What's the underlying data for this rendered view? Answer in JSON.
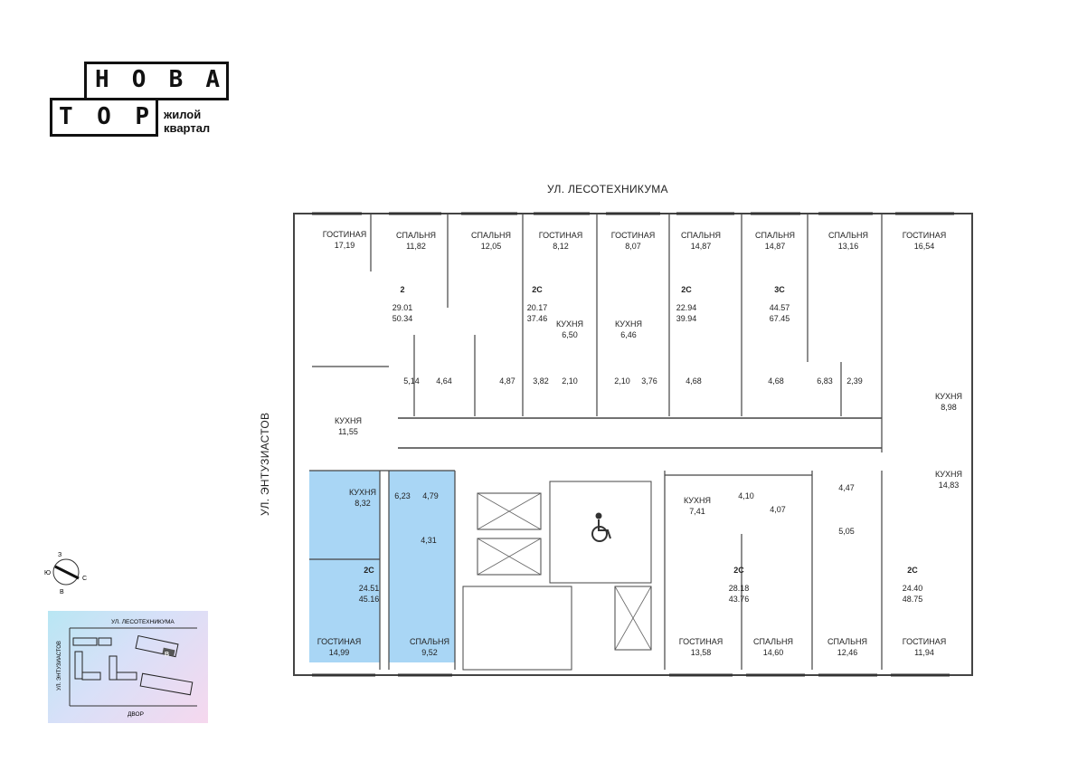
{
  "logo": {
    "row1": [
      "Н",
      "О",
      "В",
      "А"
    ],
    "row2": [
      "Т",
      "О",
      "Р"
    ],
    "subtitle_line1": "жилой",
    "subtitle_line2": "квартал"
  },
  "streets": {
    "top": "УЛ. ЛЕСОТЕХНИКУМА",
    "left": "УЛ. ЭНТУЗИАСТОВ"
  },
  "compass": {
    "n": "З",
    "s": "В",
    "e": "С",
    "w": "Ю"
  },
  "minimap": {
    "top": "УЛ. ЛЕСОТЕХНИКУМА",
    "left": "УЛ. ЭНТУЗИАСТОВ",
    "bottom": "ДВОР",
    "section": "В"
  },
  "colors": {
    "highlight": "#a9d6f5",
    "wall": "#444444"
  },
  "rooms": [
    {
      "label": "ГОСТИНАЯ",
      "area": "17,19"
    },
    {
      "label": "СПАЛЬНЯ",
      "area": "11,82"
    },
    {
      "label": "СПАЛЬНЯ",
      "area": "12,05"
    },
    {
      "label": "ГОСТИНАЯ",
      "area": "8,12"
    },
    {
      "label": "ГОСТИНАЯ",
      "area": "8,07"
    },
    {
      "label": "СПАЛЬНЯ",
      "area": "14,87"
    },
    {
      "label": "СПАЛЬНЯ",
      "area": "14,87"
    },
    {
      "label": "СПАЛЬНЯ",
      "area": "13,16"
    },
    {
      "label": "ГОСТИНАЯ",
      "area": "16,54"
    },
    {
      "label": "КУХНЯ",
      "area": "6,50"
    },
    {
      "label": "КУХНЯ",
      "area": "6,46"
    },
    {
      "label": "КУХНЯ",
      "area": "11,55"
    },
    {
      "label": "КУХНЯ",
      "area": "8,98"
    },
    {
      "label": "КУХНЯ",
      "area": "8,32"
    },
    {
      "label": "КУХНЯ",
      "area": "7,41"
    },
    {
      "label": "КУХНЯ",
      "area": "14,83"
    },
    {
      "label": "ГОСТИНАЯ",
      "area": "14,99"
    },
    {
      "label": "СПАЛЬНЯ",
      "area": "9,52"
    },
    {
      "label": "ГОСТИНАЯ",
      "area": "13,58"
    },
    {
      "label": "СПАЛЬНЯ",
      "area": "14,60"
    },
    {
      "label": "СПАЛЬНЯ",
      "area": "12,46"
    },
    {
      "label": "ГОСТИНАЯ",
      "area": "11,94"
    }
  ],
  "small_areas": [
    "5,14",
    "4,64",
    "4,87",
    "3,82",
    "2,10",
    "2,10",
    "3,76",
    "4,68",
    "4,68",
    "6,83",
    "2,39",
    "6,23",
    "4,79",
    "4,31",
    "4,10",
    "4,07",
    "4,47",
    "5,05"
  ],
  "apartments": [
    {
      "type": "2",
      "living": "29.01",
      "total": "50.34"
    },
    {
      "type": "2С",
      "living": "20.17",
      "total": "37.46"
    },
    {
      "type": "2С",
      "living": "22.94",
      "total": "39.94"
    },
    {
      "type": "3С",
      "living": "44.57",
      "total": "67.45"
    },
    {
      "type": "2С",
      "living": "24.51",
      "total": "45.16"
    },
    {
      "type": "2С",
      "living": "28.18",
      "total": "43.76"
    },
    {
      "type": "2С",
      "living": "24.40",
      "total": "48.75"
    }
  ]
}
